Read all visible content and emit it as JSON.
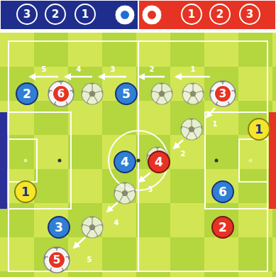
{
  "diagram": {
    "nodes": [
      {
        "text": [
          "3"
        ]
      },
      {
        "text": [
          "2"
        ]
      },
      {
        "text": [
          "1"
        ]
      },
      {
        "text": [
          "1"
        ]
      },
      {
        "text": [
          "2"
        ]
      },
      {
        "text": [
          "3"
        ]
      },
      {
        "text": [
          "2"
        ]
      },
      {
        "text": [
          "6"
        ]
      },
      {
        "text": [
          "5"
        ]
      },
      {
        "text": [
          "3"
        ]
      },
      {
        "text": [
          "1"
        ]
      },
      {
        "text": [
          "4"
        ]
      },
      {
        "text": [
          "4"
        ]
      },
      {
        "text": [
          "1"
        ]
      },
      {
        "text": [
          "6"
        ]
      },
      {
        "text": [
          "3"
        ]
      },
      {
        "text": [
          "2"
        ]
      },
      {
        "text": [
          "5"
        ]
      }
    ],
    "labels": [
      "5",
      "4",
      "3",
      "2",
      "1",
      "1",
      "2",
      "3",
      "4",
      "5"
    ]
  }
}
